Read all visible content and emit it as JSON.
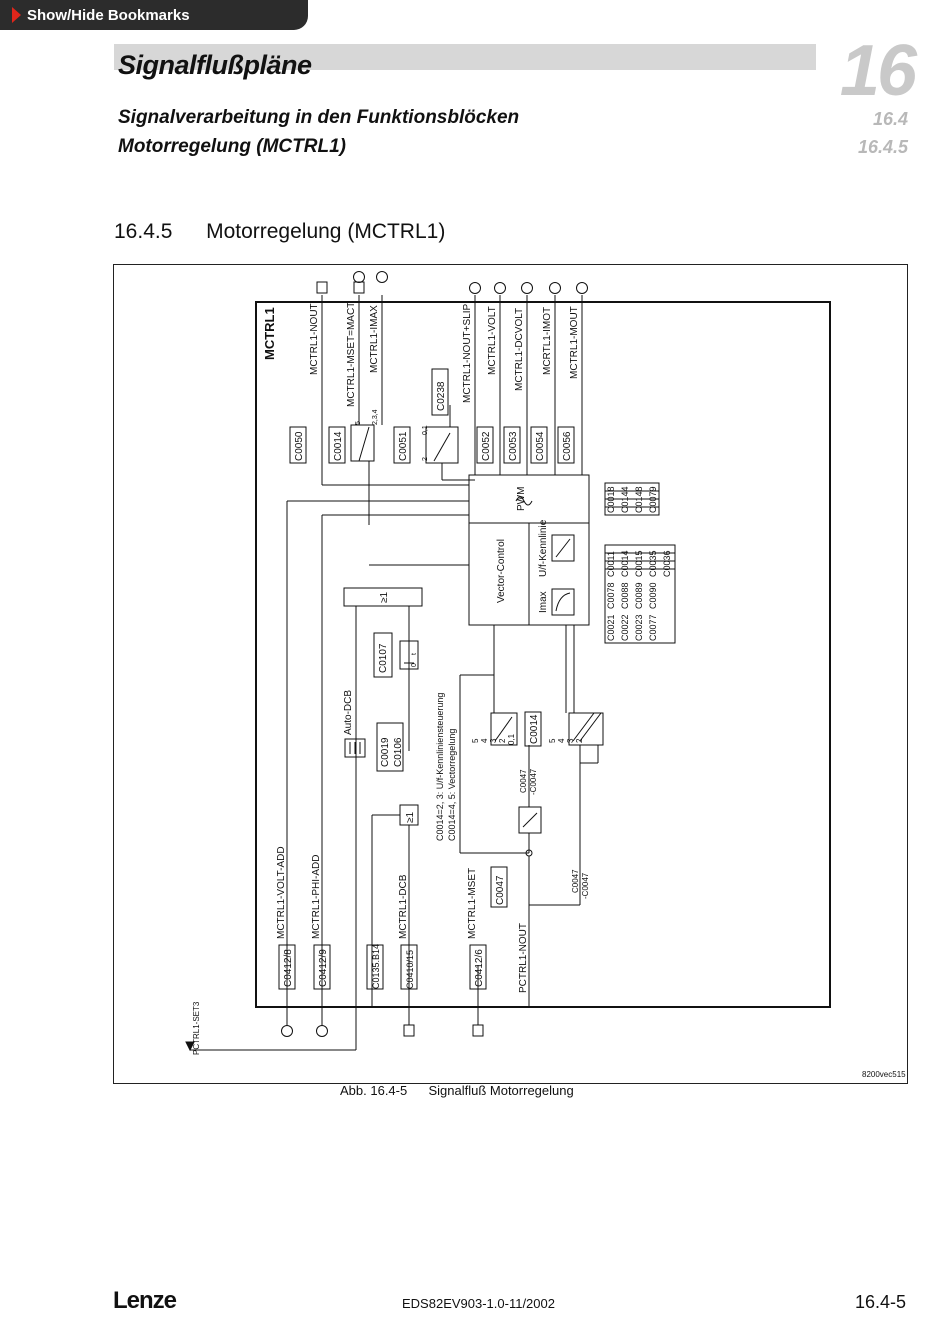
{
  "toolbar": {
    "bookmarks_label": "Show/Hide Bookmarks"
  },
  "header": {
    "title": "Signalflußpläne",
    "subtitle_1": "Signalverarbeitung in den Funktionsblöcken",
    "subtitle_2": "Motorregelung (MCTRL1)",
    "chapter": "16",
    "section_1": "16.4",
    "section_2": "16.4.5"
  },
  "section": {
    "number": "16.4.5",
    "title": "Motorregelung (MCTRL1)"
  },
  "diagram": {
    "block_name": "MCTRL1",
    "outputs": [
      "MCTRL1-NOUT",
      "MCTRL1-MSET=MACT",
      "MCTRL1-IMAX",
      "MCTRL1-NOUT+SLIP",
      "MCTRL1-VOLT",
      "MCTRL1-DCVOLT",
      "MCRTL1-IMOT",
      "MCTRL1-MOUT"
    ],
    "output_codes": [
      "C0050",
      "C0014",
      "C0051",
      "C0052",
      "C0053",
      "C0054",
      "C0056"
    ],
    "c0238": "C0238",
    "sw1_labels": [
      "5",
      "2,3,4"
    ],
    "sw2_labels": [
      "0,1",
      "2"
    ],
    "inputs": [
      "MCTRL1-VOLT-ADD",
      "MCTRL1-PHI-ADD",
      "MCTRL1-DCB",
      "MCTRL1-MSET",
      "PCTRL1-NOUT"
    ],
    "input_codes": [
      "C0412/8",
      "C0412/9",
      "C0135.B14",
      "C0410/15",
      "C0412/6"
    ],
    "pctrl_set": "PCTRL1-SET3",
    "or_symbol": "≥1",
    "auto_dcb": "Auto-DCB",
    "c0019": "C0019",
    "c0106": "C0106",
    "c0107": "C0107",
    "c0107_t": "t",
    "c0107_zero": "0",
    "control_note_1": "C0014=2, 3: U/f-Kennliniensteuerung",
    "control_note_2": "C0014=4, 5: Vectorregelung",
    "c0047": "C0047",
    "c0047_pos": "C0047",
    "c0047_neg": "-C0047",
    "c0014_sel": "C0014",
    "sel_positions": [
      "5",
      "4",
      "3",
      "2",
      "0,1"
    ],
    "sel2_positions": [
      "5",
      "4",
      "3",
      "2"
    ],
    "pwm": "PWM",
    "vector_control": "Vector-Control",
    "imax": "Imax",
    "uf_kennlinie": "U/f-Kennlinie",
    "pwm_codes": [
      "C0018",
      "C0144",
      "C0148",
      "C0079"
    ],
    "param_col_1": [
      "C0021",
      "C0022",
      "C0023",
      "C0077"
    ],
    "param_col_2": [
      "C0078",
      "C0088",
      "C0089",
      "C0090"
    ],
    "param_col_3": [
      "C0011",
      "C0014",
      "C0015",
      "C0035",
      "C0036"
    ],
    "figure_id": "8200vec515"
  },
  "caption": {
    "number": "Abb. 16.4-5",
    "text": "Signalfluß Motorregelung"
  },
  "footer": {
    "logo": "Lenze",
    "doc_id": "EDS82EV903-1.0-11/2002",
    "page": "16.4-5"
  }
}
